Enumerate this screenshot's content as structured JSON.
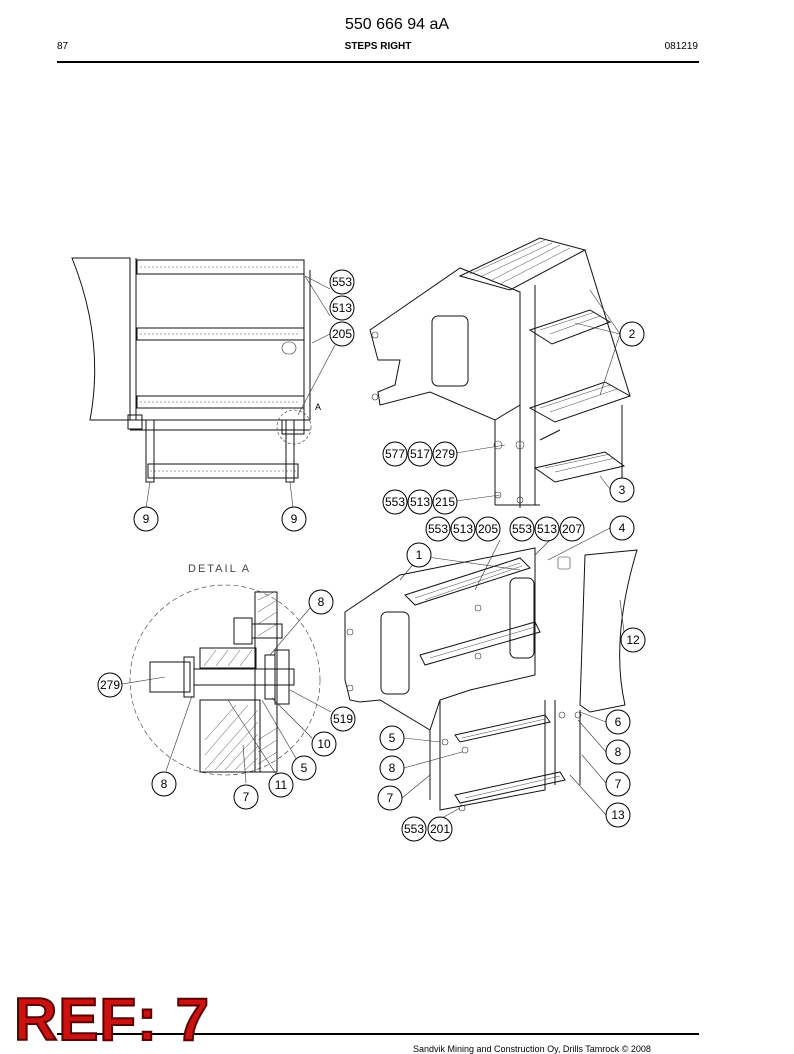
{
  "header": {
    "doc_number": "550 666 94 aA",
    "page_number": "87",
    "section_title": "STEPS RIGHT",
    "date_code": "081219"
  },
  "drawing": {
    "detail_label": "DETAIL A",
    "detail_marker": "A",
    "callouts": {
      "c553a": "553",
      "c513a": "513",
      "c205a": "205",
      "c2": "2",
      "c577": "577",
      "c517": "517",
      "c279a": "279",
      "c3": "3",
      "c553b": "553",
      "c513b": "513",
      "c215": "215",
      "c9a": "9",
      "c9b": "9",
      "c553c": "553",
      "c513c": "513",
      "c205b": "205",
      "c553d": "553",
      "c513d": "513",
      "c207": "207",
      "c4": "4",
      "c1": "1",
      "c8a": "8",
      "c12": "12",
      "c279b": "279",
      "c519": "519",
      "c10": "10",
      "c5a": "5",
      "c8b": "8",
      "c7a": "7",
      "c11": "11",
      "c6": "6",
      "c5b": "5",
      "c8c": "8",
      "c8d": "8",
      "c7b": "7",
      "c7c": "7",
      "c13": "13",
      "c553e": "553",
      "c201": "201"
    }
  },
  "footer": {
    "copyright": "Sandvik Mining and Construction Oy, Drills Tamrock © 2008"
  },
  "stamp": {
    "ref_label": "REF: 7"
  }
}
